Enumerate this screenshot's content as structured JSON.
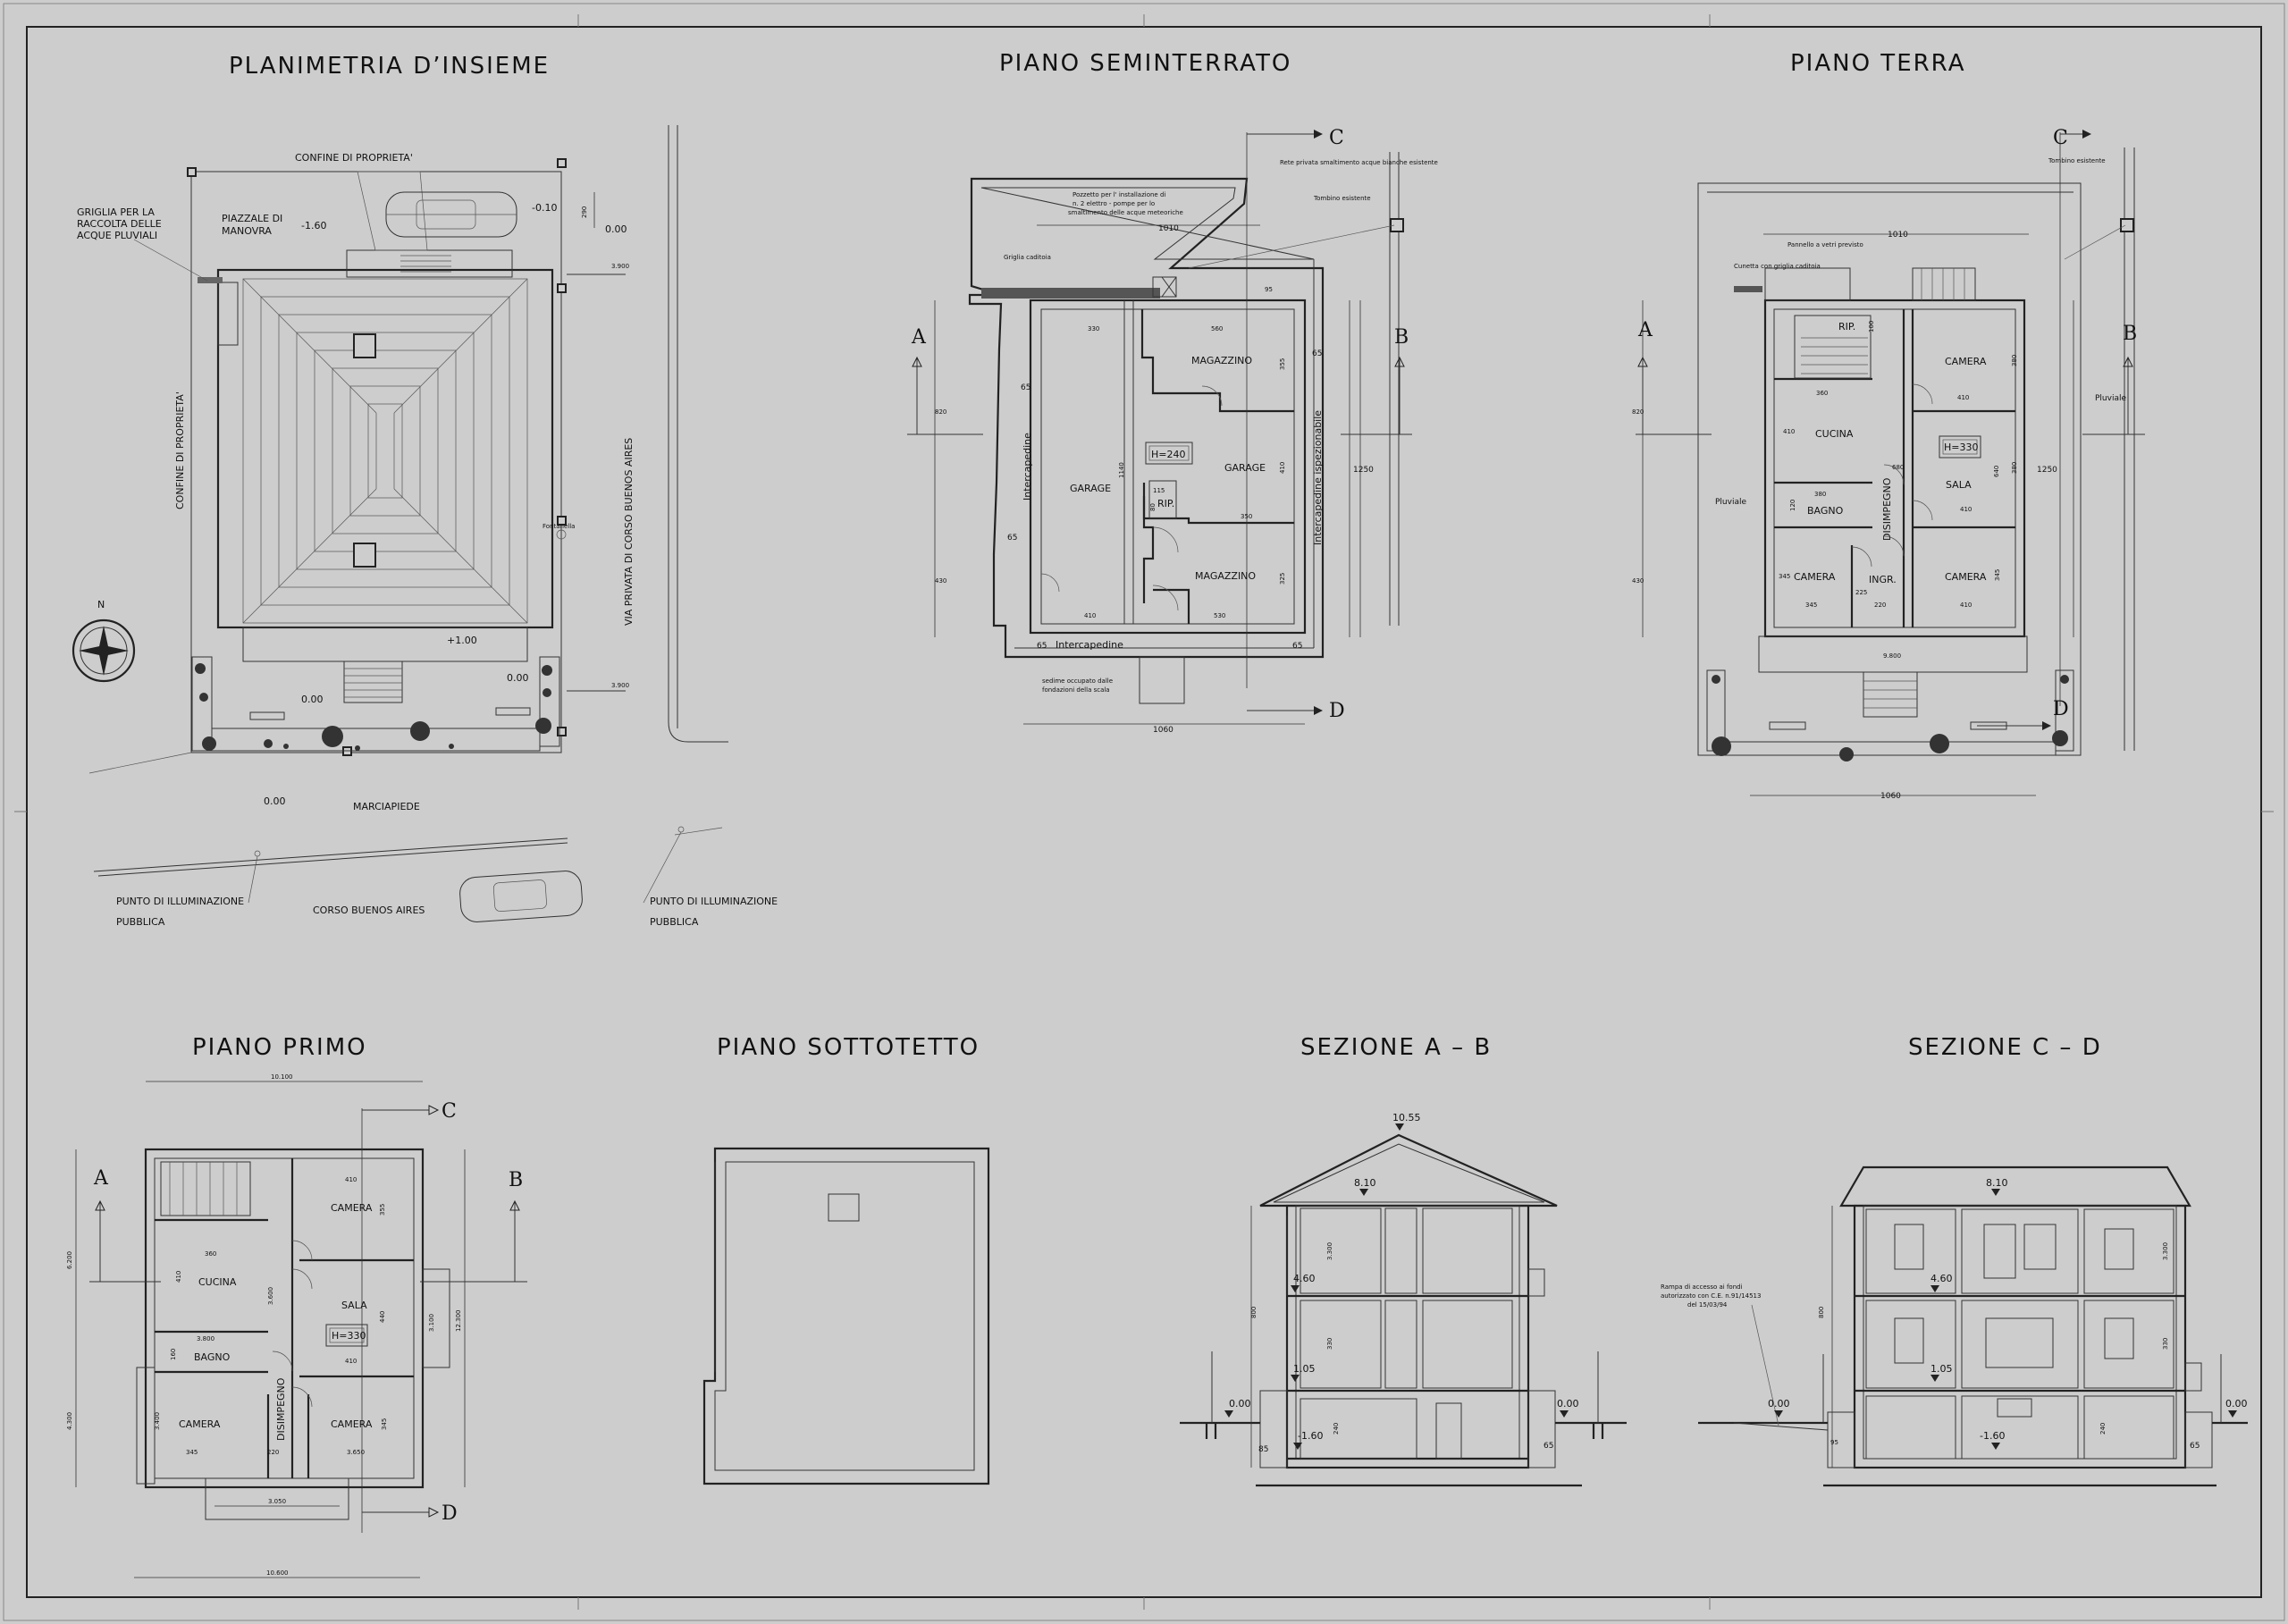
{
  "titles": {
    "site_plan": "PLANIMETRIA D’INSIEME",
    "basement": "PIANO SEMINTERRATO",
    "ground": "PIANO TERRA",
    "first": "PIANO PRIMO",
    "attic": "PIANO SOTTOTETTO",
    "section_ab": "SEZIONE A – B",
    "section_cd": "SEZIONE C – D"
  },
  "site_plan": {
    "property_line_top": "CONFINE DI PROPRIETA'",
    "property_line_left": "CONFINE DI PROPRIETA'",
    "grate_note_1": "GRIGLIA PER LA",
    "grate_note_2": "RACCOLTA DELLE",
    "grate_note_3": "ACQUE PLUVIALI",
    "yard_1": "PIAZZALE DI",
    "yard_2": "MANOVRA",
    "yard_level": "-1.60",
    "ramp_level": "-0.10",
    "level_right": "0.00",
    "dim_290": "290",
    "dim_3900_top": "3.900",
    "dim_3900_bottom": "3.900",
    "fountain": "Fontanella",
    "street_private": "VIA PRIVATA DI CORSO BUENOS AIRES",
    "entrance_level": "+1.00",
    "garden_level_left": "0.00",
    "garden_level_right": "0.00",
    "sidewalk_level": "0.00",
    "sidewalk": "MARCIAPIEDE",
    "lamp_left_1": "PUNTO DI ILLUMINAZIONE",
    "lamp_left_2": "PUBBLICA",
    "lamp_right_1": "PUNTO DI ILLUMINAZIONE",
    "lamp_right_2": "PUBBLICA",
    "street": "CORSO BUENOS AIRES",
    "north": "N"
  },
  "basement": {
    "section_A": "A",
    "section_B": "B",
    "section_C": "C",
    "section_D": "D",
    "note_drain": "Rete privata smaltimento acque bianche esistente",
    "note_manhole": "Tombino esistente",
    "note_pump_1": "Pozzetto per l' installazione di",
    "note_pump_2": "n. 2 elettro - pompe per lo",
    "note_pump_3": "smaltimento delle acque meteoriche",
    "note_grate": "Griglia caditoia",
    "note_foundation_1": "sedime occupato dalle",
    "note_foundation_2": "fondazioni della scala",
    "storage_top": "MAGAZZINO",
    "storage_bottom": "MAGAZZINO",
    "garage_left": "GARAGE",
    "garage_right": "GARAGE",
    "height": "H=240",
    "rip": "RIP.",
    "cavity_left": "Intercapedine",
    "cavity_right": "Intercapedine ispezionabile",
    "cavity_bottom": "Intercapedine",
    "d1010": "1010",
    "d330": "330",
    "d560": "560",
    "d95": "95",
    "d65a": "65",
    "d65b": "65",
    "d65c": "65",
    "d65d": "65",
    "d65e": "65",
    "d355": "355",
    "d410a": "410",
    "d410b": "410",
    "d1140": "1140",
    "d115": "115",
    "d350": "350",
    "d325": "325",
    "d530": "530",
    "d820": "820",
    "d430": "430",
    "d1250": "1250",
    "d1060": "1060",
    "d80": "80"
  },
  "ground": {
    "section_A": "A",
    "section_B": "B",
    "section_C": "C",
    "section_D": "D",
    "note_manhole": "Tombino esistente",
    "note_panel": "Pannello a vetri previsto",
    "note_gutter": "Cunetta con griglia caditoia",
    "downpipe_right": "Pluviale",
    "downpipe_left": "Pluviale",
    "rip": "RIP.",
    "bedroom_tr": "CAMERA",
    "kitchen": "CUCINA",
    "living": "SALA",
    "height": "H=330",
    "hall": "DISIMPEGNO",
    "bath": "BAGNO",
    "bedroom_bl": "CAMERA",
    "entry": "INGR.",
    "bedroom_br": "CAMERA",
    "d1010": "1010",
    "d100": "100",
    "d360": "360",
    "d380a": "380",
    "d410a": "410",
    "d410b": "410",
    "d410c": "410",
    "d410d": "410",
    "d380b": "380",
    "d380c": "380",
    "d120": "120",
    "d680": "680",
    "d640": "640",
    "d345a": "345",
    "d345b": "345",
    "d345c": "345",
    "d225": "225",
    "d220": "220",
    "d820": "820",
    "d430": "430",
    "d1250": "1250",
    "d1060": "1060",
    "d9800": "9.800"
  },
  "first": {
    "section_A": "A",
    "section_B": "B",
    "section_C": "C",
    "section_D": "D",
    "d10100": "10.100",
    "d10600": "10.600",
    "d6200": "6.200",
    "d4300": "4.300",
    "d12300": "12.300",
    "d3100": "3.100",
    "d3050": "3.050",
    "bedroom_tr": "CAMERA",
    "kitchen": "CUCINA",
    "living": "SALA",
    "height": "H=330",
    "bath": "BAGNO",
    "hall": "DISIMPEGNO",
    "bedroom_bl": "CAMERA",
    "bedroom_br": "CAMERA",
    "d410a": "410",
    "d355": "355",
    "d360": "360",
    "d410b": "410",
    "d3600": "3.600",
    "d440": "440",
    "d3800": "3.800",
    "d410c": "410",
    "d160": "160",
    "d3400": "3.400",
    "d345a": "345",
    "d220": "220",
    "d3650": "3.650",
    "d345b": "345"
  },
  "section_ab": {
    "ridge": "10.55",
    "eave": "8.10",
    "first": "4.60",
    "ground": "1.05",
    "outside_left": "0.00",
    "outside_right": "0.00",
    "basement": "-1.60",
    "d800": "800",
    "d3300": "3.300",
    "d330": "330",
    "d240": "240",
    "d85": "85",
    "d65": "65"
  },
  "section_cd": {
    "eave": "8.10",
    "first": "4.60",
    "ground": "1.05",
    "outside_left": "0.00",
    "outside_right": "0.00",
    "basement": "-1.60",
    "note_1": "Rampa di accesso ai fondi",
    "note_2": "autorizzato con C.E. n.91/14513",
    "note_3": "del 15/03/94",
    "d800": "800",
    "d3300": "3.300",
    "d330": "330",
    "d240": "240",
    "d95": "95",
    "d65": "65"
  }
}
